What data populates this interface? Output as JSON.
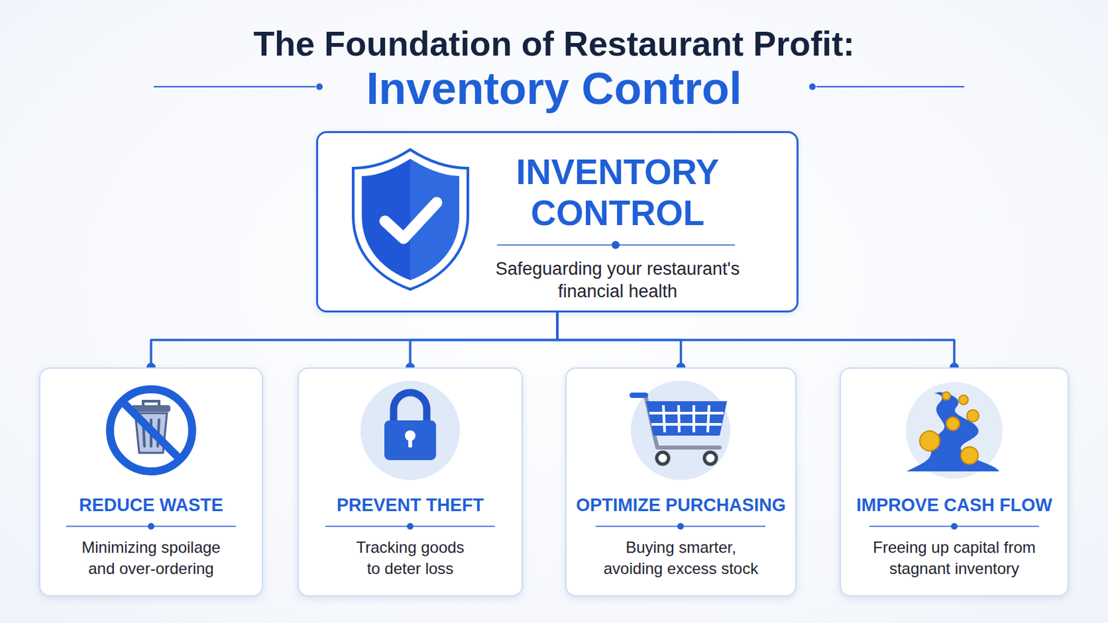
{
  "diagram": {
    "title": "The Foundation of Restaurant Profit:",
    "nodes": [
      {
        "text": [
          "INVENTORY CONTROL",
          "Safeguarding your restaurant's financial health"
        ]
      },
      {
        "text": [
          "REDUCE WASTE",
          "Minimizing spoilage and over-ordering"
        ]
      },
      {
        "text": [
          "PREVENT THEFT",
          "Tracking goods to deter loss"
        ]
      },
      {
        "text": [
          "OPTIMIZE PURCHASING",
          "Buying smarter, avoiding excess stock"
        ]
      },
      {
        "text": [
          "IMPROVE CASH FLOW",
          "Freeing up capital from stagnant inventory"
        ]
      }
    ],
    "edges": [
      {
        "from": 0,
        "to": 1,
        "arrow": "none"
      },
      {
        "from": 0,
        "to": 2,
        "arrow": "none"
      },
      {
        "from": 0,
        "to": 3,
        "arrow": "none"
      },
      {
        "from": 0,
        "to": 4,
        "arrow": "none"
      }
    ],
    "labels": [
      "Inventory Control"
    ]
  }
}
